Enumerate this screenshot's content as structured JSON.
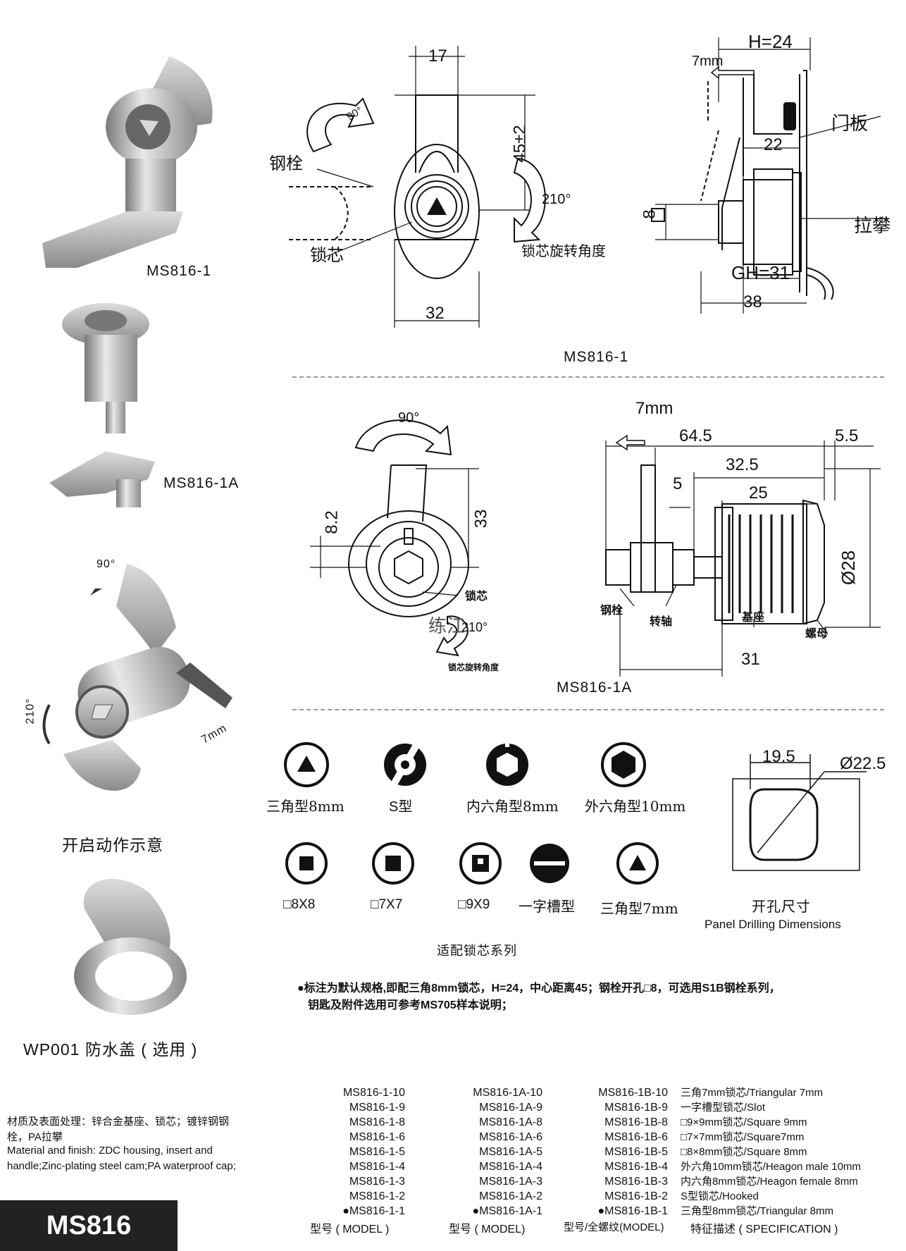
{
  "left_panel": {
    "ms816_1": "MS816-1",
    "ms816_1a": "MS816-1A",
    "open_demo": "开启动作示意",
    "angle_90": "90°",
    "angle_210": "210°",
    "offset_7mm": "7mm",
    "waterproof_cap": "WP001 防水盖 ( 选用 )"
  },
  "drawing_1": {
    "w17": "17",
    "w32": "32",
    "h45": "45±2",
    "angle_90": "90°",
    "angle_210": "210°",
    "steel_bolt": "钢栓",
    "lock_core": "锁芯",
    "rotation_angle": "锁芯旋转角度",
    "caption": "MS816-1"
  },
  "drawing_1_side": {
    "h24": "H=24",
    "offset": "7mm",
    "door_panel": "门板",
    "d22": "22",
    "sq8": "8",
    "handle": "拉攀",
    "gh31": "GH=31",
    "d38": "38"
  },
  "drawing_1a": {
    "angle_90": "90°",
    "h82": "8.2",
    "h33": "33",
    "lock_core": "锁芯",
    "angle_210": "210°",
    "rotation_angle": "锁芯旋转角度",
    "watermark": "练江",
    "caption": "MS816-1A"
  },
  "drawing_1a_side": {
    "offset": "7mm",
    "d645": "64.5",
    "d55": "5.5",
    "d325": "32.5",
    "d5": "5",
    "d25": "25",
    "d28": "Ø28",
    "steel_bolt": "钢栓",
    "shaft": "转轴",
    "base": "基座",
    "nut": "螺母",
    "d31": "31"
  },
  "cores": {
    "row1": [
      "三角型8mm",
      "S型",
      "内六角型8mm",
      "外六角型10mm"
    ],
    "row2": [
      "□8X8",
      "□7X7",
      "□9X9",
      "一字槽型",
      "三角型7mm"
    ],
    "series_title": "适配锁芯系列"
  },
  "panel": {
    "w195": "19.5",
    "d225": "Ø22.5",
    "title_cn": "开孔尺寸",
    "title_en": "Panel Drilling Dimensions"
  },
  "note": {
    "line1": "●标注为默认规格,即配三角8mm锁芯，H=24，中心距离45；钢栓开孔□8，可选用S1B钢栓系列，",
    "line2": "钥匙及附件选用可参考MS705样本说明；"
  },
  "material": {
    "cn1": "材质及表面处理：锌合金基座、锁芯；镀锌钢钢",
    "cn2": "栓，PA拉攀",
    "en1": "Material and finish:  ZDC housing, insert and",
    "en2": "handle;Zinc-plating steel cam;PA waterproof cap;"
  },
  "table": {
    "col1": [
      "MS816-1-10",
      "MS816-1-9",
      "MS816-1-8",
      "MS816-1-6",
      "MS816-1-5",
      "MS816-1-4",
      "MS816-1-3",
      "MS816-1-2",
      "●MS816-1-1"
    ],
    "col2": [
      "MS816-1A-10",
      "MS816-1A-9",
      "MS816-1A-8",
      "MS816-1A-6",
      "MS816-1A-5",
      "MS816-1A-4",
      "MS816-1A-3",
      "MS816-1A-2",
      "●MS816-1A-1"
    ],
    "col3": [
      "MS816-1B-10",
      "MS816-1B-9",
      "MS816-1B-8",
      "MS816-1B-6",
      "MS816-1B-5",
      "MS816-1B-4",
      "MS816-1B-3",
      "MS816-1B-2",
      "●MS816-1B-1"
    ],
    "col4": [
      "三角7mm锁芯/Triangular 7mm",
      "一字槽型锁芯/Slot",
      "□9×9mm锁芯/Square 9mm",
      "□7×7mm锁芯/Square7mm",
      "□8×8mm锁芯/Square 8mm",
      "外六角10mm锁芯/Heagon male 10mm",
      "内六角8mm锁芯/Heagon female 8mm",
      "S型锁芯/Hooked",
      "三角型8mm锁芯/Triangular 8mm"
    ],
    "head1": "型号 ( MODEL )",
    "head2": "型号 ( MODEL)",
    "head3": "型号/全螺纹(MODEL)",
    "head4": "特征描述 ( SPECIFICATION )"
  },
  "badge": "MS816"
}
